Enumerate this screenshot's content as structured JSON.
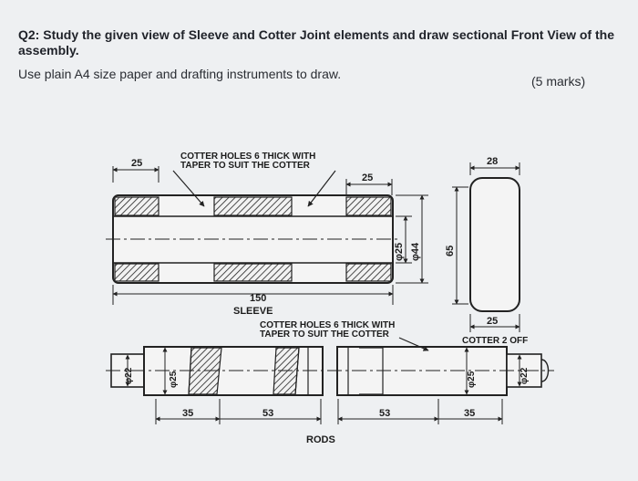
{
  "question": {
    "title": "Q2: Study the given view of Sleeve and Cotter Joint elements and draw sectional Front View of the assembly.",
    "instruction": "Use plain A4 size paper and drafting instruments to draw.",
    "marks": "(5 marks)"
  },
  "drawing": {
    "sleeve": {
      "note_line1": "COTTER HOLES 6 THICK WITH",
      "note_line2": "TAPER TO SUIT THE COTTER",
      "dim_left": "25",
      "dim_right": "25",
      "dim_length": "150",
      "dia_inner": "φ25",
      "dia_outer": "φ44",
      "label": "SLEEVE"
    },
    "cotter": {
      "dim_width": "28",
      "dim_height": "65",
      "dim_bottom": "25",
      "label": "COTTER 2 OFF"
    },
    "rods": {
      "note_line1": "COTTER HOLES 6 THICK WITH",
      "note_line2": "TAPER TO SUIT THE COTTER",
      "dia_end_left": "φ22",
      "dia_body_left": "φ25",
      "dia_body_right": "φ25",
      "dia_end_right": "φ22",
      "dim_a": "35",
      "dim_b": "53",
      "dim_c": "53",
      "dim_d": "35",
      "label": "RODS"
    }
  }
}
